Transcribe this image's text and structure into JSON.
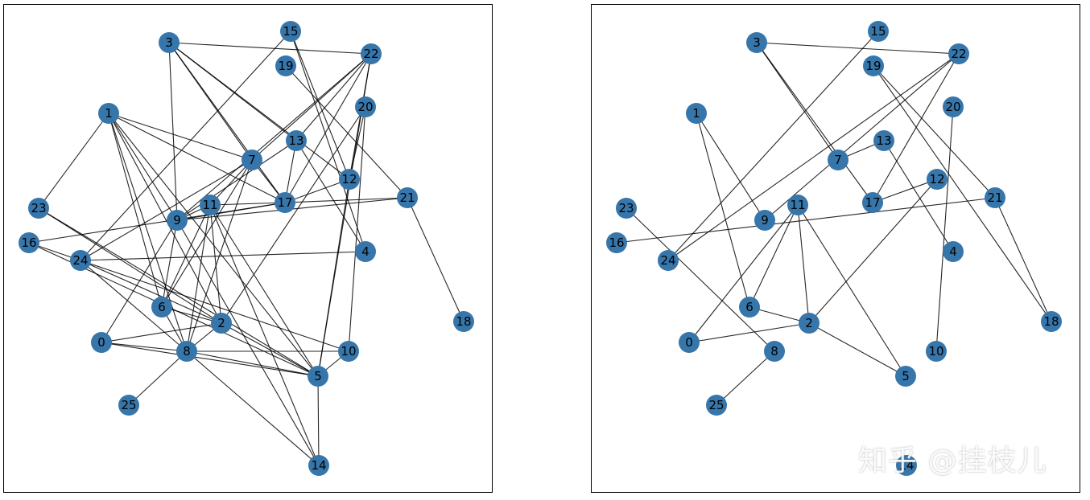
{
  "node_color": "#3776ab",
  "edge_color": "#000000",
  "watermark": "知乎 @挂枝儿",
  "nodes": [
    {
      "id": "0"
    },
    {
      "id": "1"
    },
    {
      "id": "2"
    },
    {
      "id": "3"
    },
    {
      "id": "4"
    },
    {
      "id": "5"
    },
    {
      "id": "6"
    },
    {
      "id": "7"
    },
    {
      "id": "8"
    },
    {
      "id": "9"
    },
    {
      "id": "10"
    },
    {
      "id": "11"
    },
    {
      "id": "12"
    },
    {
      "id": "13"
    },
    {
      "id": "14"
    },
    {
      "id": "15"
    },
    {
      "id": "16"
    },
    {
      "id": "17"
    },
    {
      "id": "18"
    },
    {
      "id": "19"
    },
    {
      "id": "20"
    },
    {
      "id": "21"
    },
    {
      "id": "22"
    },
    {
      "id": "23"
    },
    {
      "id": "24"
    },
    {
      "id": "25"
    }
  ],
  "graphs": [
    {
      "name": "left",
      "edges": [
        [
          "3",
          "22"
        ],
        [
          "3",
          "9"
        ],
        [
          "3",
          "7"
        ],
        [
          "3",
          "13"
        ],
        [
          "3",
          "17"
        ],
        [
          "3",
          "12"
        ],
        [
          "1",
          "23"
        ],
        [
          "1",
          "7"
        ],
        [
          "1",
          "17"
        ],
        [
          "1",
          "6"
        ],
        [
          "1",
          "8"
        ],
        [
          "1",
          "2"
        ],
        [
          "1",
          "5"
        ],
        [
          "1",
          "9"
        ],
        [
          "15",
          "24"
        ],
        [
          "15",
          "12"
        ],
        [
          "15",
          "4"
        ],
        [
          "22",
          "9"
        ],
        [
          "22",
          "7"
        ],
        [
          "22",
          "17"
        ],
        [
          "22",
          "12"
        ],
        [
          "22",
          "5"
        ],
        [
          "22",
          "13"
        ],
        [
          "19",
          "21"
        ],
        [
          "20",
          "12"
        ],
        [
          "20",
          "10"
        ],
        [
          "20",
          "2"
        ],
        [
          "13",
          "9"
        ],
        [
          "13",
          "17"
        ],
        [
          "13",
          "4"
        ],
        [
          "7",
          "11"
        ],
        [
          "7",
          "24"
        ],
        [
          "7",
          "8"
        ],
        [
          "7",
          "6"
        ],
        [
          "7",
          "17"
        ],
        [
          "12",
          "5"
        ],
        [
          "12",
          "17"
        ],
        [
          "11",
          "17"
        ],
        [
          "21",
          "9"
        ],
        [
          "21",
          "18"
        ],
        [
          "21",
          "17"
        ],
        [
          "23",
          "5"
        ],
        [
          "23",
          "2"
        ],
        [
          "16",
          "24"
        ],
        [
          "16",
          "17"
        ],
        [
          "16",
          "5"
        ],
        [
          "9",
          "6"
        ],
        [
          "9",
          "0"
        ],
        [
          "9",
          "17"
        ],
        [
          "9",
          "14"
        ],
        [
          "11",
          "6"
        ],
        [
          "11",
          "2"
        ],
        [
          "11",
          "8"
        ],
        [
          "11",
          "5"
        ],
        [
          "11",
          "14"
        ],
        [
          "11",
          "9"
        ],
        [
          "24",
          "4"
        ],
        [
          "24",
          "8"
        ],
        [
          "24",
          "2"
        ],
        [
          "24",
          "10"
        ],
        [
          "6",
          "2"
        ],
        [
          "6",
          "8"
        ],
        [
          "2",
          "8"
        ],
        [
          "2",
          "5"
        ],
        [
          "0",
          "8"
        ],
        [
          "0",
          "2"
        ],
        [
          "0",
          "5"
        ],
        [
          "8",
          "10"
        ],
        [
          "8",
          "5"
        ],
        [
          "8",
          "14"
        ],
        [
          "8",
          "25"
        ],
        [
          "10",
          "5"
        ],
        [
          "5",
          "14"
        ]
      ]
    },
    {
      "name": "right",
      "edges": [
        [
          "3",
          "22"
        ],
        [
          "3",
          "7"
        ],
        [
          "3",
          "17"
        ],
        [
          "15",
          "24"
        ],
        [
          "22",
          "17"
        ],
        [
          "22",
          "9"
        ],
        [
          "22",
          "24"
        ],
        [
          "19",
          "21"
        ],
        [
          "19",
          "18"
        ],
        [
          "1",
          "9"
        ],
        [
          "1",
          "6"
        ],
        [
          "13",
          "7"
        ],
        [
          "13",
          "4"
        ],
        [
          "20",
          "10"
        ],
        [
          "11",
          "0"
        ],
        [
          "11",
          "6"
        ],
        [
          "11",
          "2"
        ],
        [
          "11",
          "5"
        ],
        [
          "12",
          "17"
        ],
        [
          "12",
          "2"
        ],
        [
          "21",
          "16"
        ],
        [
          "21",
          "18"
        ],
        [
          "23",
          "8"
        ],
        [
          "6",
          "2"
        ],
        [
          "2",
          "0"
        ],
        [
          "2",
          "5"
        ],
        [
          "8",
          "25"
        ]
      ]
    }
  ]
}
